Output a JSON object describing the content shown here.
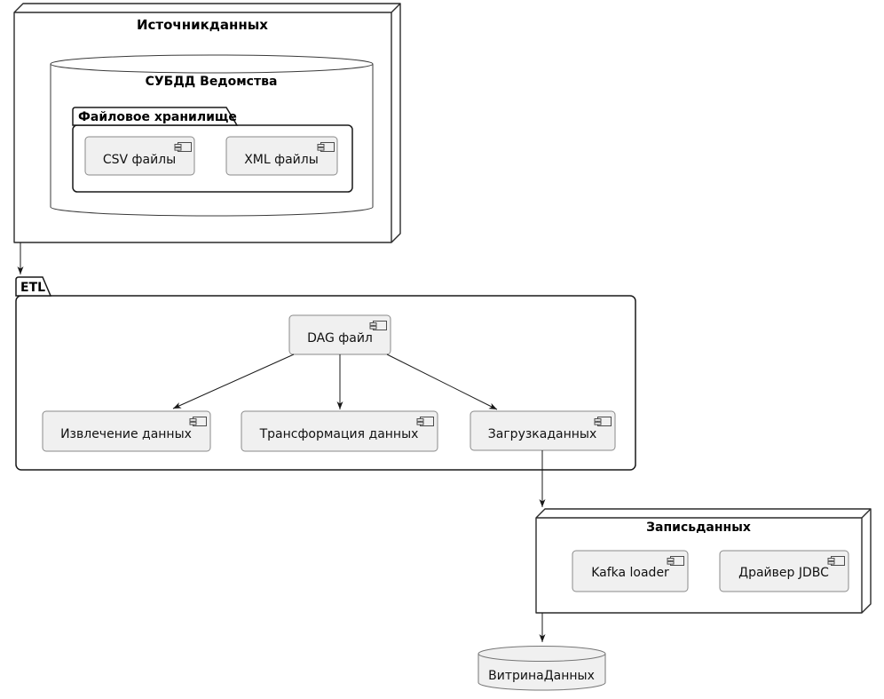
{
  "diagram": {
    "type": "deployment-diagram",
    "background": "#ffffff",
    "colors": {
      "frame_border": "#181818",
      "component_fill": "#f0f0f0",
      "component_border": "#8a8a8a",
      "inner_database_fill": "#ffffff",
      "mart_database_fill": "#f0f0f0",
      "arrow": "#181818",
      "text": "#000000"
    },
    "nodes": {
      "sources": {
        "kind": "node",
        "label": "Источникданных"
      },
      "dbms": {
        "kind": "database",
        "label": "СУБДД Ведомства"
      },
      "file_storage": {
        "kind": "package",
        "label": "Файловое хранилище"
      },
      "csv": {
        "kind": "component",
        "label": "CSV файлы"
      },
      "xml": {
        "kind": "component",
        "label": "XML файлы"
      },
      "etl": {
        "kind": "package",
        "label": "ETL"
      },
      "dag": {
        "kind": "component",
        "label": "DAG файл"
      },
      "extract": {
        "kind": "component",
        "label": "Извлечение данных"
      },
      "transform": {
        "kind": "component",
        "label": "Трансформация данных"
      },
      "load": {
        "kind": "component",
        "label": "Загрузкаданных"
      },
      "write": {
        "kind": "node",
        "label": "Записьданных"
      },
      "kafka": {
        "kind": "component",
        "label": "Kafka loader"
      },
      "jdbc": {
        "kind": "component",
        "label": "Драйвер JDBC"
      },
      "mart": {
        "kind": "database",
        "label": "ВитринаДанных"
      }
    },
    "edges": [
      {
        "from": "sources",
        "to": "etl"
      },
      {
        "from": "dag",
        "to": "extract"
      },
      {
        "from": "dag",
        "to": "transform"
      },
      {
        "from": "dag",
        "to": "load"
      },
      {
        "from": "load",
        "to": "write"
      },
      {
        "from": "write",
        "to": "mart"
      }
    ]
  }
}
